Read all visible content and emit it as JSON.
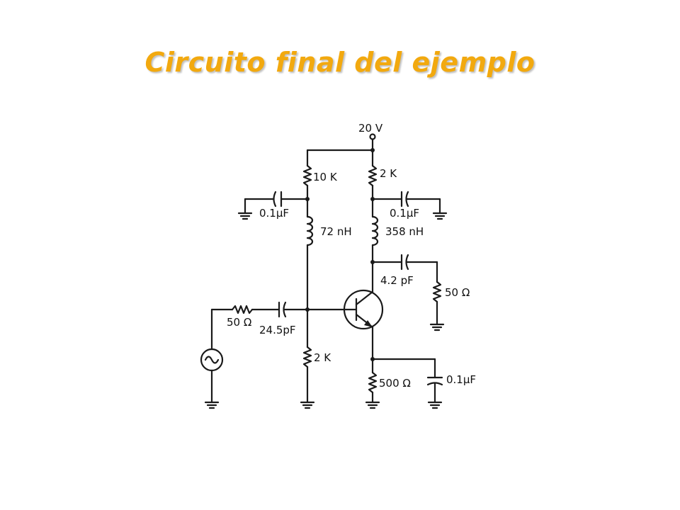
{
  "slide": {
    "title": "Circuito final del ejemplo",
    "title_color": "#F2A90F"
  },
  "circuit": {
    "supply": "20 V",
    "r_bias_top": "10 K",
    "r_collector": "2 K",
    "c_bypass_left": "0.1μF",
    "c_bypass_right": "0.1μF",
    "l_base": "72 nH",
    "l_collector": "358 nH",
    "c_output": "4.2 pF",
    "r_load": "50 Ω",
    "r_source": "50 Ω",
    "c_input": "24.5pF",
    "r_bias_bottom": "2 K",
    "r_emitter": "500 Ω",
    "c_emitter": "0.1μF",
    "source_icon": "ac-source-icon",
    "transistor_icon": "npn-transistor-icon",
    "ground_icon": "ground-icon"
  }
}
